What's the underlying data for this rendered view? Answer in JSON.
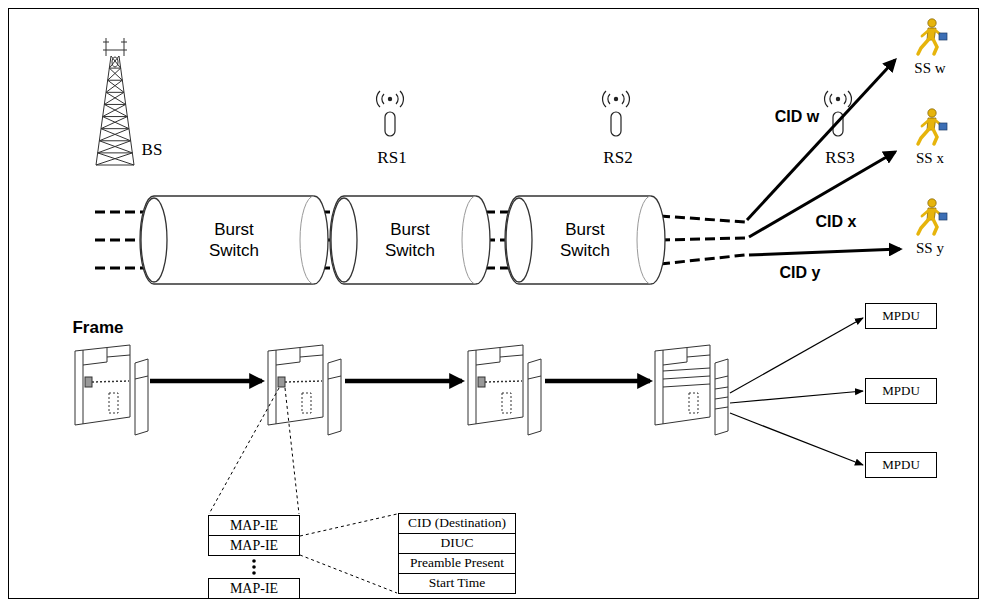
{
  "diagram": {
    "nodes": [
      {
        "text": [
          "Burst Switch"
        ]
      },
      {
        "text": [
          "Burst Switch"
        ]
      },
      {
        "text": [
          "Burst Switch"
        ]
      },
      {
        "text": [
          "MPDU"
        ]
      },
      {
        "text": [
          "MPDU"
        ]
      },
      {
        "text": [
          "MPDU"
        ]
      },
      {
        "text": [
          "MAP-IE"
        ]
      },
      {
        "text": [
          "MAP-IE"
        ]
      },
      {
        "text": [
          "MAP-IE"
        ]
      },
      {
        "text": [
          "CID (Destination)"
        ]
      },
      {
        "text": [
          "DIUC"
        ]
      },
      {
        "text": [
          "Preamble Present"
        ]
      },
      {
        "text": [
          "Start Time"
        ]
      }
    ],
    "labels": [
      "BS",
      "RS1",
      "RS2",
      "RS3",
      "CID w",
      "CID x",
      "CID y",
      "SS w",
      "SS x",
      "SS y",
      "Frame"
    ]
  }
}
